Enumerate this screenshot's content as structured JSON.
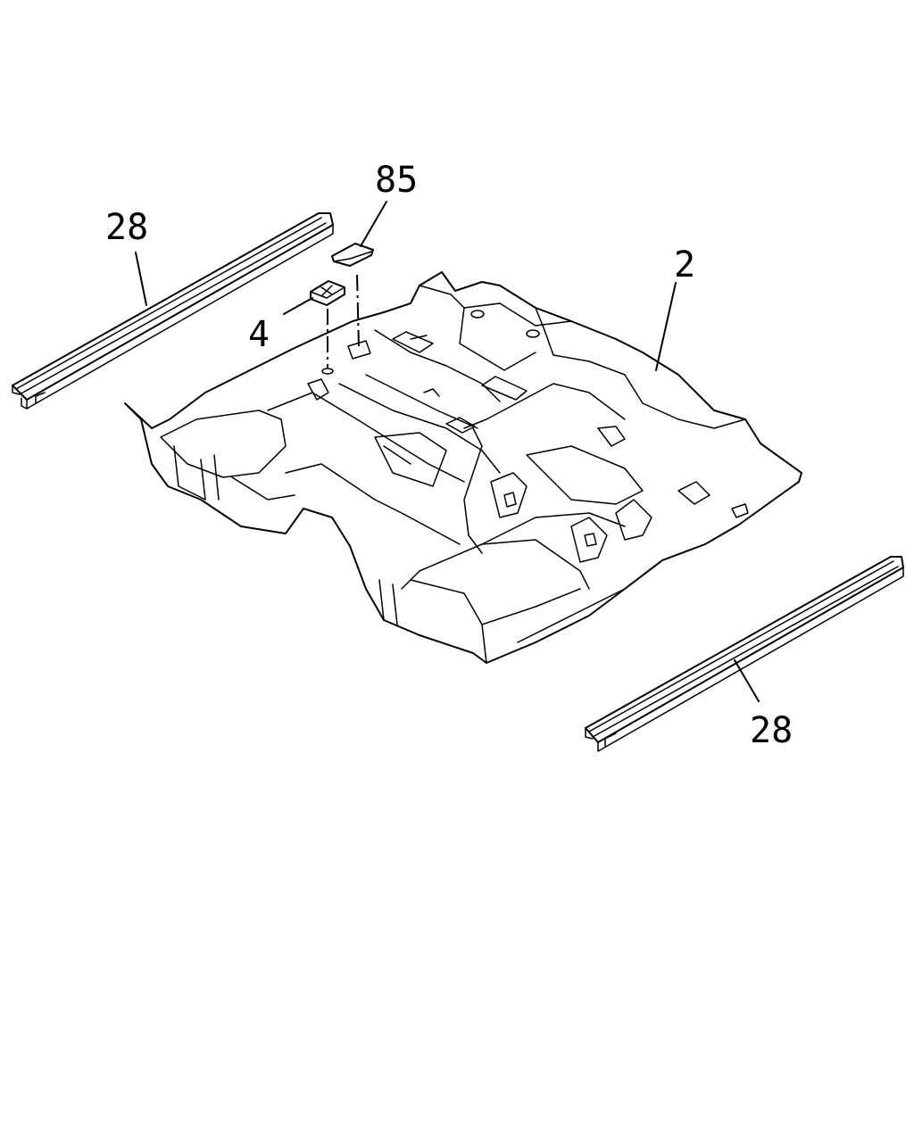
{
  "diagram": {
    "callouts": {
      "rail_left": "28",
      "clip": "85",
      "floor_panel": "2",
      "plug": "4",
      "rail_right": "28"
    }
  }
}
